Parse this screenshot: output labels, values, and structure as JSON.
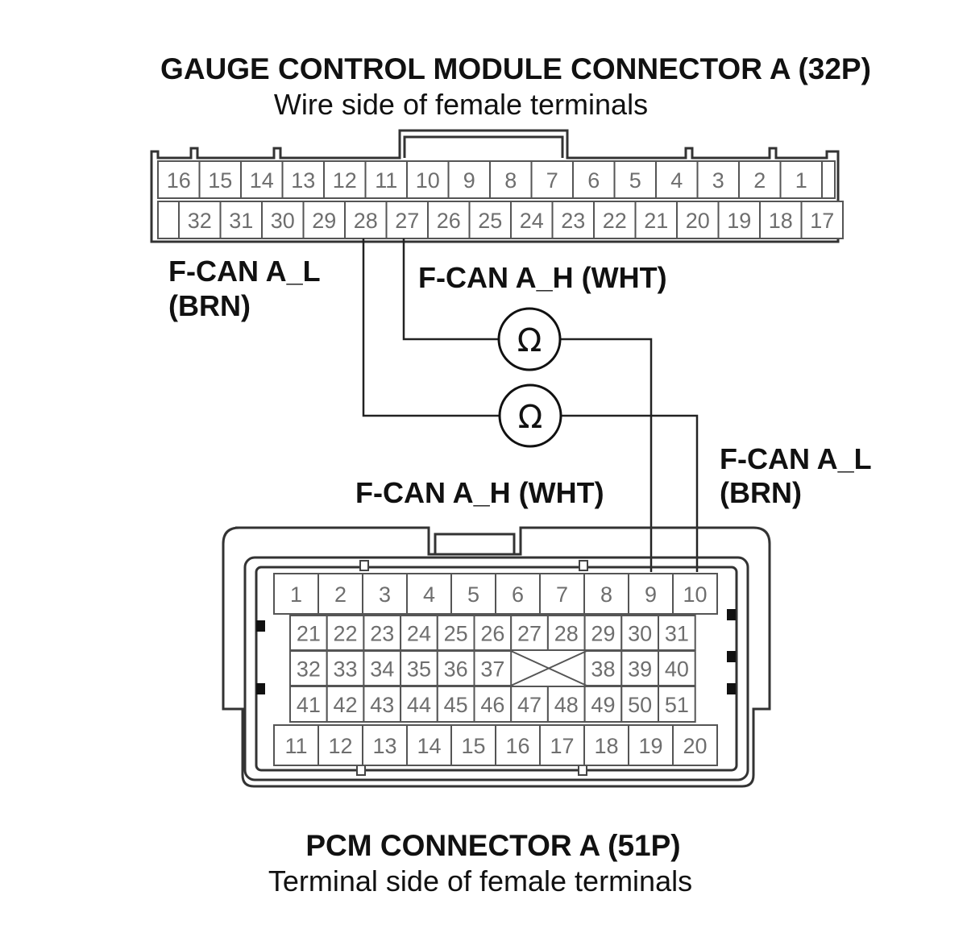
{
  "gauge_connector": {
    "title": "GAUGE CONTROL MODULE CONNECTOR A (32P)",
    "subtitle": "Wire side of female terminals",
    "top_row": [
      "16",
      "15",
      "14",
      "13",
      "12",
      "11",
      "10",
      "9",
      "8",
      "7",
      "6",
      "5",
      "4",
      "3",
      "2",
      "1"
    ],
    "bottom_row": [
      "32",
      "31",
      "30",
      "29",
      "28",
      "27",
      "26",
      "25",
      "24",
      "23",
      "22",
      "21",
      "20",
      "19",
      "18",
      "17"
    ]
  },
  "pcm_connector": {
    "title": "PCM CONNECTOR A (51P)",
    "subtitle": "Terminal side of female terminals",
    "row1": [
      "1",
      "2",
      "3",
      "4",
      "5",
      "6",
      "7",
      "8",
      "9",
      "10"
    ],
    "row2": [
      "21",
      "22",
      "23",
      "24",
      "25",
      "26",
      "27",
      "28",
      "29",
      "30",
      "31"
    ],
    "row3": [
      "32",
      "33",
      "34",
      "35",
      "36",
      "37",
      "38",
      "39",
      "40"
    ],
    "row4": [
      "41",
      "42",
      "43",
      "44",
      "45",
      "46",
      "47",
      "48",
      "49",
      "50",
      "51"
    ],
    "row5": [
      "11",
      "12",
      "13",
      "14",
      "15",
      "16",
      "17",
      "18",
      "19",
      "20"
    ]
  },
  "labels": {
    "gauge_can_l_line1": "F-CAN A_L",
    "gauge_can_l_line2": "(BRN)",
    "gauge_can_h": "F-CAN A_H (WHT)",
    "pcm_can_h": "F-CAN A_H (WHT)",
    "pcm_can_l_line1": "F-CAN A_L",
    "pcm_can_l_line2": "(BRN)"
  },
  "meters": {
    "symbol": "Ω",
    "icon": "ohmmeter-icon"
  }
}
